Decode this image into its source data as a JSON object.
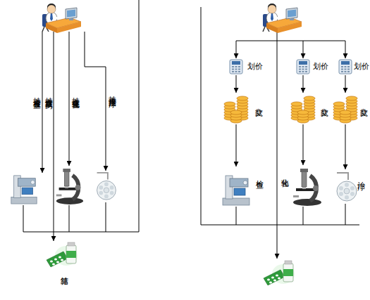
{
  "diagram": {
    "nodes": [
      {
        "text": [
          "结算"
        ]
      },
      {
        "text": [
          "划价"
        ]
      },
      {
        "text": [
          "划价"
        ]
      },
      {
        "text": [
          "划价"
        ]
      },
      {
        "text": [
          "交款"
        ]
      },
      {
        "text": [
          "交款"
        ]
      },
      {
        "text": [
          "交款"
        ]
      },
      {
        "text": [
          "检查"
        ]
      },
      {
        "text": [
          "化验"
        ]
      },
      {
        "text": [
          "治疗"
        ]
      }
    ],
    "edges": [
      {
        "from": 1,
        "to": 4,
        "arrow": "to"
      },
      {
        "from": 2,
        "to": 5,
        "arrow": "to"
      },
      {
        "from": 3,
        "to": 6,
        "arrow": "to"
      },
      {
        "from": 4,
        "to": 7,
        "arrow": "to"
      },
      {
        "from": 5,
        "to": 8,
        "arrow": "to"
      },
      {
        "from": 6,
        "to": 9,
        "arrow": "to"
      }
    ],
    "labels": [
      "持卡直接检查",
      "持卡直接取药",
      "持卡直接化验",
      "持卡直接治疗"
    ]
  }
}
